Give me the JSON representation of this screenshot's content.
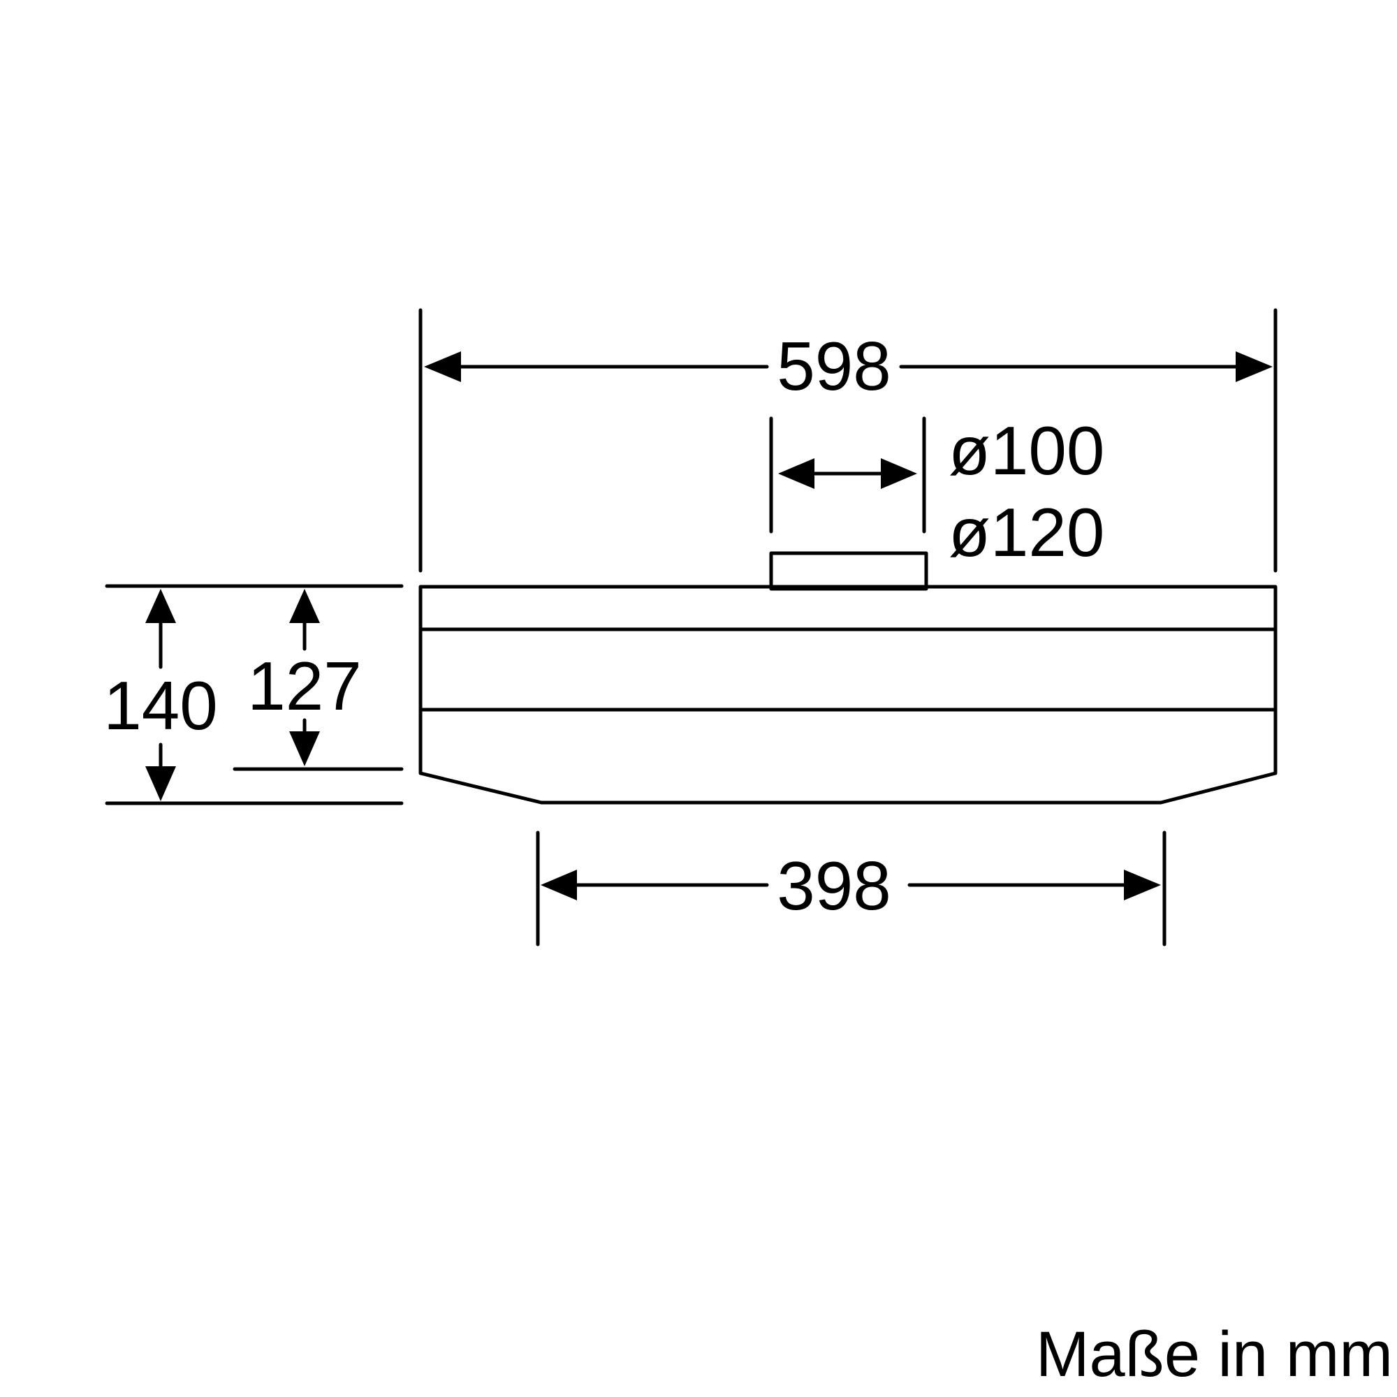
{
  "dimensions": {
    "width_total": "598",
    "diameter_small": "ø100",
    "diameter_large": "ø120",
    "height_total": "140",
    "height_body": "127",
    "width_bottom": "398"
  },
  "footer": {
    "units_label": "Maße in mm"
  }
}
